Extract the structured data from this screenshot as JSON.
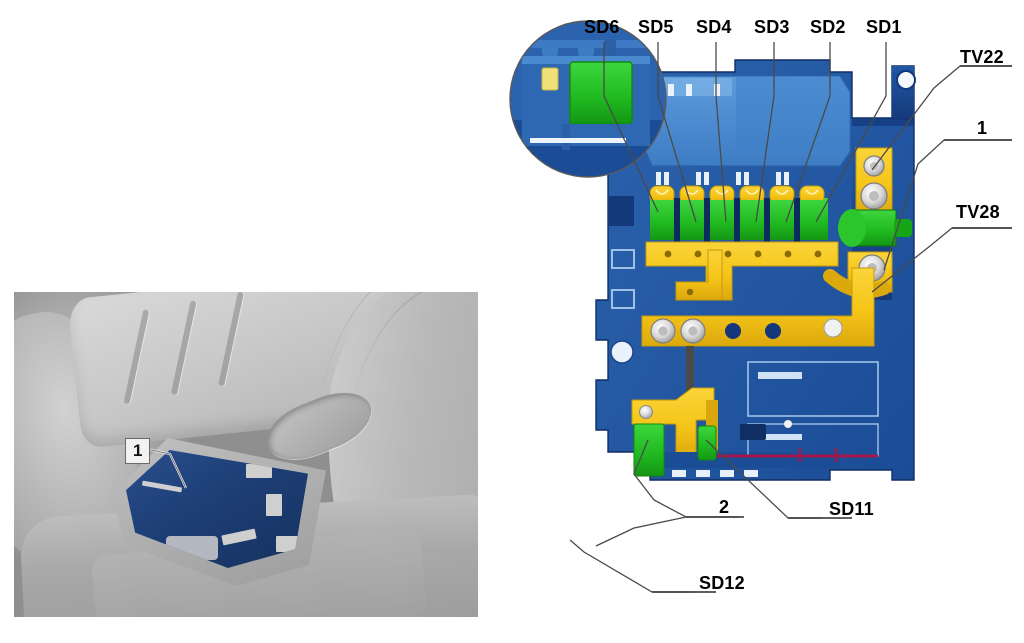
{
  "figure": {
    "title": "Fuse box / control unit location and fuse identification diagram",
    "colors": {
      "housing_dark_blue": "#1B4C96",
      "housing_mid_blue": "#2C63AE",
      "housing_light_blue": "#4A8BD0",
      "housing_deep_blue": "#143A77",
      "fuse_green": "#22B822",
      "busbar_yellow": "#F5C518",
      "busbar_yellow_dark": "#D8A70E",
      "bolt_silver": "#D9D9D9",
      "leader_line": "#4A4A4A",
      "label_text": "#000000",
      "red_trace": "#A3174A",
      "photo_blue": "#203F79"
    }
  },
  "photo": {
    "caption_number": "1",
    "description": "Vehicle interior footwell showing fuse box position"
  },
  "diagram": {
    "top_labels": [
      {
        "id": "sd6",
        "text": "SD6"
      },
      {
        "id": "sd5",
        "text": "SD5"
      },
      {
        "id": "sd4",
        "text": "SD4"
      },
      {
        "id": "sd3",
        "text": "SD3"
      },
      {
        "id": "sd2",
        "text": "SD2"
      },
      {
        "id": "sd1",
        "text": "SD1"
      }
    ],
    "right_labels": [
      {
        "id": "tv22",
        "text": "TV22"
      },
      {
        "id": "item1",
        "text": "1"
      },
      {
        "id": "tv28",
        "text": "TV28"
      }
    ],
    "bottom_labels": [
      {
        "id": "sd11",
        "text": "SD11"
      },
      {
        "id": "item2",
        "text": "2"
      },
      {
        "id": "sd12",
        "text": "SD12"
      }
    ],
    "fuse_count": 6,
    "detail_inset": {
      "shape": "circle",
      "description": "Magnified detail of relay SD12 position"
    }
  }
}
